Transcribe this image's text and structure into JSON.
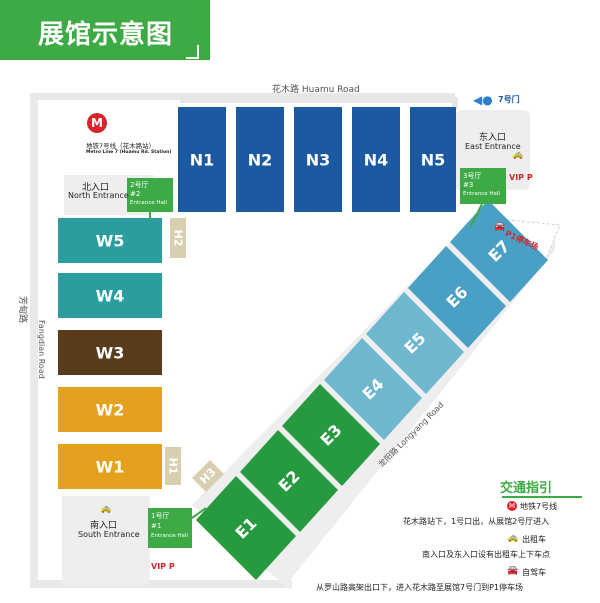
{
  "header": {
    "title": "展馆示意图",
    "color": "#3daa46"
  },
  "roads": {
    "huamu": "花木路  Huamu Road",
    "fangdian_cn": "芳甸路",
    "fangdian_en": "Fangdian Road",
    "longyang": "龙阳路  Longyang Road"
  },
  "gate7": "7号门",
  "metro": {
    "line": "地铁7号线（花木路站）",
    "line_en": "Metro Line 7 (Huamu Rd. Station)"
  },
  "entrances": {
    "north_cn": "北入口",
    "north_en": "North Entrance",
    "east_cn": "东入口",
    "east_en": "East Entrance",
    "south_cn": "南入口",
    "south_en": "South Entrance"
  },
  "entrance_halls": {
    "hall2_cn": "2号厅",
    "hall2_no": "#2",
    "hall2_en": "Entrance Hall",
    "hall3_cn": "3号厅",
    "hall3_no": "#3",
    "hall3_en": "Entrance Hall",
    "hall1_cn": "1号厅",
    "hall1_no": "#1",
    "hall1_en": "Entrance Hall"
  },
  "vip": "VIP P",
  "parking_p1": "P1停车场",
  "halls": {
    "n": [
      "N1",
      "N2",
      "N3",
      "N4",
      "N5"
    ],
    "w": [
      "W5",
      "W4",
      "W3",
      "W2",
      "W1"
    ],
    "e": [
      "E1",
      "E2",
      "E3",
      "E4",
      "E5",
      "E6",
      "E7"
    ],
    "h": [
      "H2",
      "H1",
      "H3"
    ]
  },
  "colors": {
    "north": "#1b5aa0",
    "w_teal": "#2a9e9e",
    "w_brown": "#5a3b1b",
    "w_gold": "#e3a11e",
    "e_green": "#27993f",
    "e_light": "#6fb7cf",
    "e_mid": "#4aa0c4",
    "entrance_green": "#3daa46",
    "h_tan": "#d8ceb0",
    "grey_zone": "#eceaea",
    "road": "#e6e6e6",
    "vip_red": "#d8242a"
  },
  "legend": {
    "title": "交通指引",
    "metro_label": "地铁7号线",
    "metro_desc": "花木路站下，1号口出，从展馆2号厅进入",
    "taxi_label": "出租车",
    "taxi_desc": "南入口及东入口设有出租车上下车点",
    "car_label": "自驾车",
    "car_desc": "从罗山路高架出口下，进入花木路至展馆7号门到P1停车场"
  },
  "icons": [
    "metro-icon",
    "taxi-icon",
    "car-icon",
    "arrow-left-icon"
  ]
}
